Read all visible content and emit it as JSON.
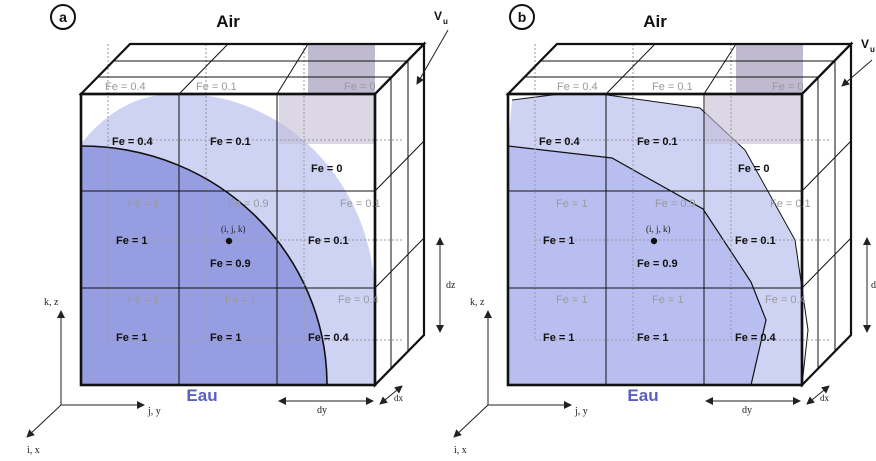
{
  "panels": [
    {
      "label": "a",
      "top_label": "Air",
      "bottom_label": "Eau",
      "vu_label": "V",
      "vu_sub": "u",
      "center_label": "(i, j, k)",
      "dim_dz": "dz",
      "dim_dy": "dy",
      "dim_dx": "dx",
      "axis_z": "k, z",
      "axis_y": "j, y",
      "axis_x": "i, x",
      "front_cells": [
        "Fe = 0.4",
        "Fe = 0.1",
        "Fe = 0",
        "Fe = 1",
        "Fe = 0.9",
        "Fe = 0.1",
        "Fe = 1",
        "Fe = 1",
        "Fe = 0.4"
      ],
      "back_cells": [
        "Fe = 0.4",
        "Fe = 0.1",
        "Fe = 0",
        "Fe = 1",
        "Fe = 0.9",
        "Fe = 0.1",
        "Fe = 1",
        "Fe = 1",
        "Fe = 0.4"
      ],
      "interface": "circular-arc"
    },
    {
      "label": "b",
      "top_label": "Air",
      "bottom_label": "Eau",
      "vu_label": "V",
      "vu_sub": "u",
      "center_label": "(i, j, k)",
      "dim_dz": "d",
      "dim_dy": "dy",
      "dim_dx": "dx",
      "axis_z": "k, z",
      "axis_y": "j, y",
      "axis_x": "i, x",
      "front_cells": [
        "Fe = 0.4",
        "Fe = 0.1",
        "Fe = 0",
        "Fe = 1",
        "Fe = 0.9",
        "Fe = 0.1",
        "Fe = 1",
        "Fe = 1",
        "Fe = 0.4"
      ],
      "back_cells": [
        "Fe = 0.4",
        "Fe = 0.1",
        "Fe = 0",
        "Fe = 1",
        "Fe = 0.9",
        "Fe = 0.1",
        "Fe = 1",
        "Fe = 1",
        "Fe = 0.4"
      ],
      "interface": "piecewise-linear"
    }
  ],
  "colors": {
    "water_front": "#7f86d6",
    "water_back": "#aab1e8",
    "water_light": "#c9cef3",
    "vu_fill": "#b3acc6",
    "eau_text": "#5a5fc0"
  }
}
